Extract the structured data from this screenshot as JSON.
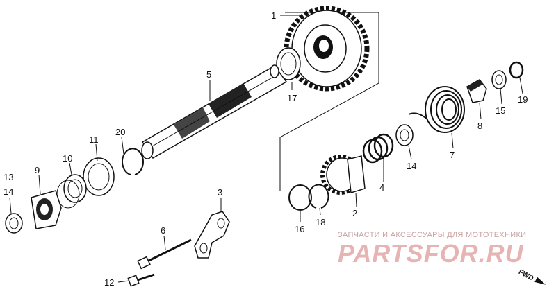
{
  "callouts": {
    "c1": "1",
    "c2": "2",
    "c3": "3",
    "c4": "4",
    "c5": "5",
    "c6": "6",
    "c7": "7",
    "c8": "8",
    "c9": "9",
    "c10": "10",
    "c11": "11",
    "c12": "12",
    "c13": "13",
    "c14a": "14",
    "c14b": "14",
    "c15": "15",
    "c16": "16",
    "c17": "17",
    "c18": "18",
    "c19": "19",
    "c20": "20"
  },
  "watermark": {
    "subtitle": "ЗАПЧАСТИ И АКСЕССУАРЫ ДЛЯ МОТОТЕХНИКИ",
    "logo": "PARTSFOR.RU"
  },
  "direction_label": "FWD",
  "colors": {
    "line": "#111111",
    "watermark": "#e7b4b4"
  }
}
